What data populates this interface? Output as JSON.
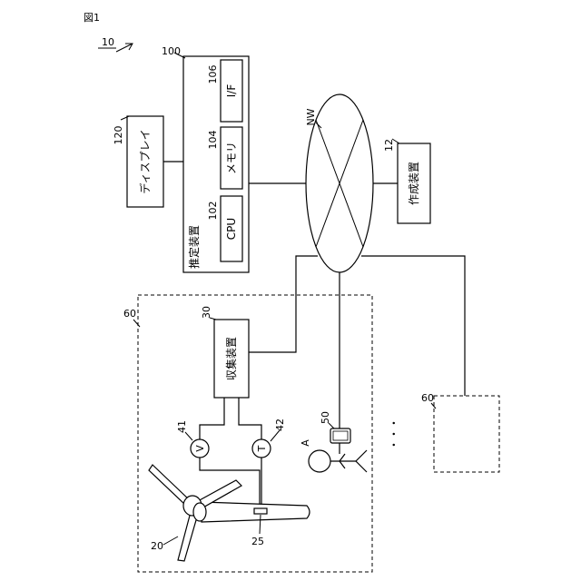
{
  "figure_label": "図1",
  "system_ref": "10",
  "estimation_device": {
    "ref": "100",
    "label": "推定装置"
  },
  "cpu": {
    "ref": "102",
    "label": "CPU"
  },
  "memory": {
    "ref": "104",
    "label": "メモリ"
  },
  "interface": {
    "ref": "106",
    "label": "I/F"
  },
  "display": {
    "ref": "120",
    "label": "ディスプレイ"
  },
  "network": {
    "label": "NW"
  },
  "creation_device": {
    "ref": "12",
    "label": "作成装置"
  },
  "wind_farm": {
    "ref": "60"
  },
  "other_wind_farm": {
    "ref": "60"
  },
  "collection_device": {
    "ref": "30",
    "label": "収集装置"
  },
  "voltage_sensor": {
    "ref": "41",
    "symbol": "V"
  },
  "temperature_sensor": {
    "ref": "42",
    "symbol": "T"
  },
  "terminal": {
    "ref": "50"
  },
  "operator": {
    "ref": "A"
  },
  "wind_turbine": {
    "ref": "20"
  },
  "nacelle_part": {
    "ref": "25"
  },
  "ellipsis": "・・・"
}
